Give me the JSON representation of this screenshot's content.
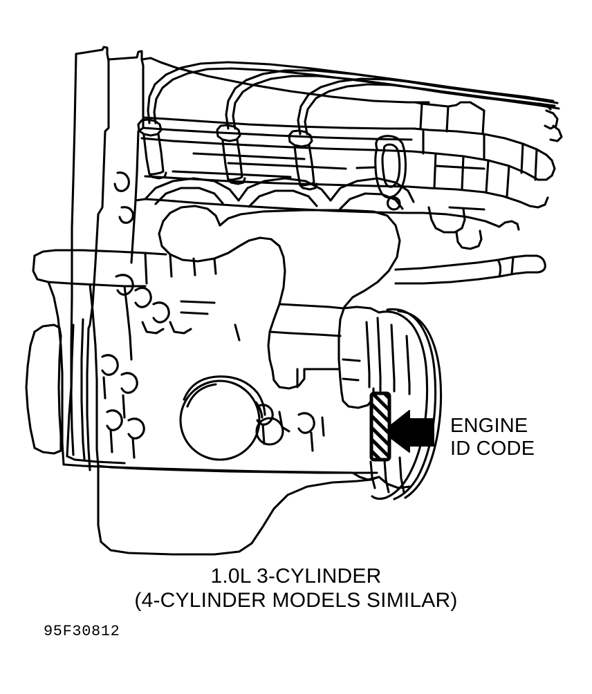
{
  "figure": {
    "type": "technical-line-drawing",
    "subject": "Automotive engine side view — engine identification code location",
    "background_color": "#ffffff",
    "line_color": "#000000",
    "callout": {
      "label_line_1": "ENGINE",
      "label_line_2": "ID CODE",
      "pointer": "solid-black-left-arrow",
      "target": "hatched-rectangle-on-bellhousing-flange"
    },
    "caption": {
      "line_1": "1.0L 3-CYLINDER",
      "line_2": "(4-CYLINDER MODELS SIMILAR)"
    },
    "figure_id": "95F30812",
    "parts": {
      "valve_cover": "valve-cover",
      "spark_plug_wires": "spark-plug-wire",
      "spark_plug_boots": "spark-plug-boot",
      "intake_manifold": "intake-manifold",
      "exhaust_manifold": "exhaust-manifold",
      "engine_block": "engine-block",
      "oil_pan": "oil-pan",
      "bell_housing": "bell-housing",
      "transmission": "transmission-case",
      "crank_pulley": "crankshaft-pulley",
      "core_plug": "core-plug",
      "lifting_eye": "lifting-eye",
      "coolant_hose": "coolant-hose",
      "id_pad": "engine-id-code-pad"
    }
  }
}
